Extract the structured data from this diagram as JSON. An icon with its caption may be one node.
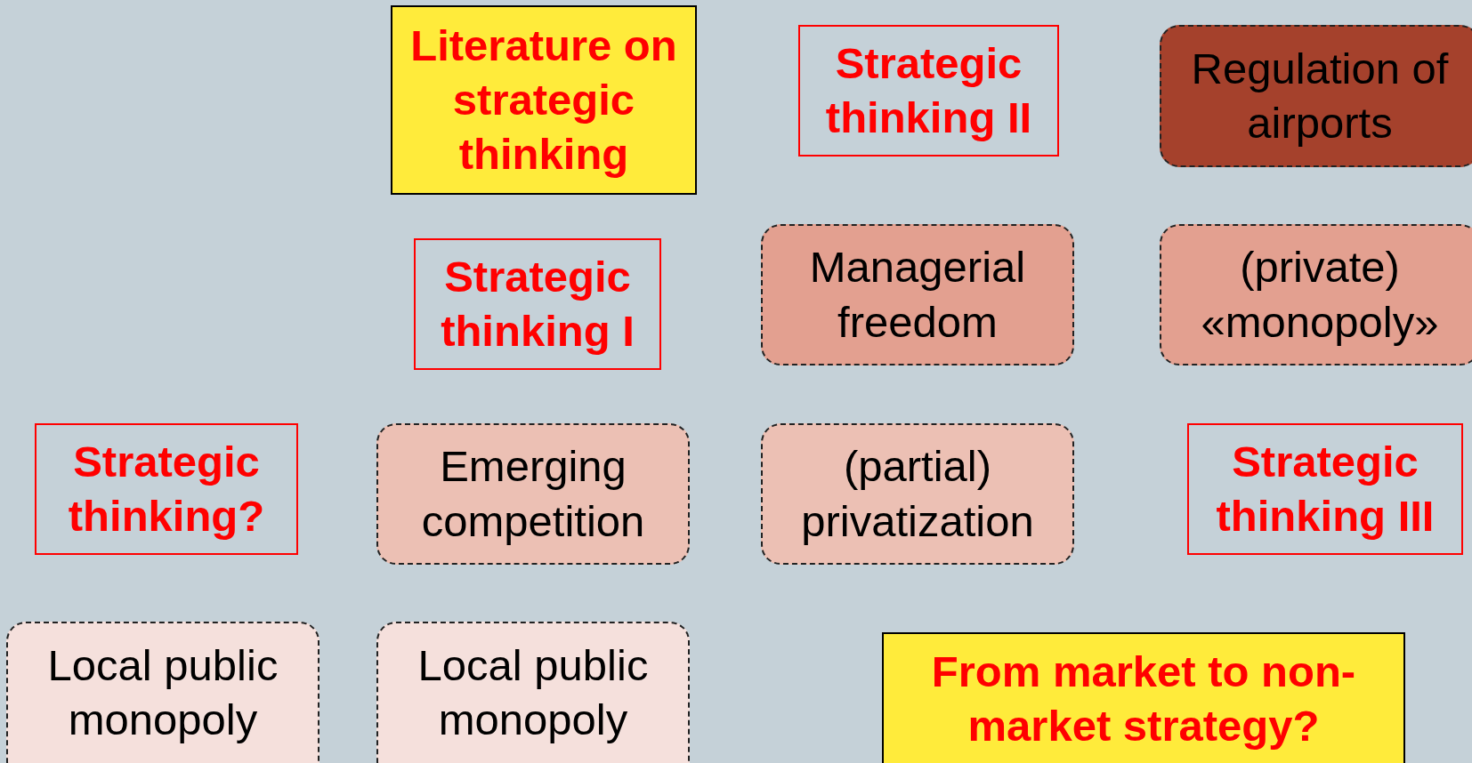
{
  "diagram": {
    "nodes": [
      {
        "text": [
          "Literature on strategic thinking"
        ]
      },
      {
        "text": [
          "Strategic thinking II"
        ]
      },
      {
        "text": [
          "Regulation of airports"
        ]
      },
      {
        "text": [
          "Strategic thinking I"
        ]
      },
      {
        "text": [
          "Managerial freedom"
        ]
      },
      {
        "text": [
          "(private) «monopoly»"
        ]
      },
      {
        "text": [
          "Strategic thinking?"
        ]
      },
      {
        "text": [
          "Emerging competition"
        ]
      },
      {
        "text": [
          "(partial) privatization"
        ]
      },
      {
        "text": [
          "Strategic thinking III"
        ]
      },
      {
        "text": [
          "Local public monopoly"
        ]
      },
      {
        "text": [
          "Local public monopoly"
        ]
      },
      {
        "text": [
          "From market to non-market strategy?"
        ]
      }
    ]
  }
}
